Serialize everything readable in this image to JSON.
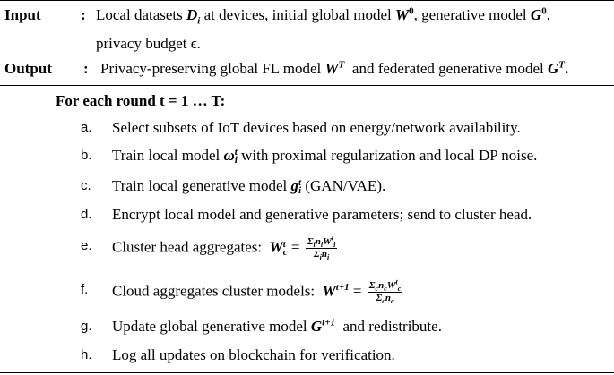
{
  "input": {
    "label": "Input",
    "colon": ":",
    "line1_pre": "Local datasets ",
    "D": "D",
    "D_sub": "i",
    "line1_mid": " at devices, initial global model ",
    "W": "W",
    "W_sup": "0",
    "line1_mid2": ", generative model ",
    "G": "G",
    "G_sup": "0",
    "line1_end": ",",
    "line2": "privacy budget ϵ."
  },
  "output": {
    "label": "Output",
    "colon": ":",
    "pre": "Privacy-preserving global FL model ",
    "W": "W",
    "W_sup": "T",
    "mid": "  and federated generative model ",
    "G": "G",
    "G_sup": "T",
    "end": "."
  },
  "loop_header": "For each round t = 1 … T:",
  "steps": {
    "a": {
      "letter": "a.",
      "text": "Select subsets of IoT devices based on energy/network availability."
    },
    "b": {
      "letter": "b.",
      "pre": "Train local model ",
      "sym": "ω",
      "sup": "t",
      "sub": "i",
      "post": " with proximal regularization and local DP noise."
    },
    "c": {
      "letter": "c.",
      "pre": "Train local generative model ",
      "sym": "g",
      "sup": "t",
      "sub": "i",
      "post": " (GAN/VAE)."
    },
    "d": {
      "letter": "d.",
      "text": "Encrypt local model and generative parameters; send to cluster head."
    },
    "e": {
      "letter": "e.",
      "pre": "Cluster head aggregates:  ",
      "sym": "W",
      "sup": "t",
      "sub": "c",
      "eq": " = ",
      "num": "ΣᵢnᵢWᵢᵗ",
      "num_sum": "Σ",
      "num_i": "i",
      "num_n": "n",
      "num_w": "W",
      "num_wt": "t",
      "den_sum": "Σ",
      "den_i": "i",
      "den_n": "n"
    },
    "f": {
      "letter": "f.",
      "pre": "Cloud aggregates cluster models:  ",
      "sym": "W",
      "sup": "t+1",
      "eq": " = ",
      "num_sum": "Σ",
      "num_c": "c",
      "num_n": "n",
      "num_w": "W",
      "num_wt": "t",
      "den_sum": "Σ",
      "den_c": "c",
      "den_n": "n"
    },
    "g": {
      "letter": "g.",
      "pre": "Update global generative model ",
      "sym": "G",
      "sup": "t+1",
      "post": "  and redistribute."
    },
    "h": {
      "letter": "h.",
      "text": "Log all updates on blockchain for verification."
    }
  }
}
